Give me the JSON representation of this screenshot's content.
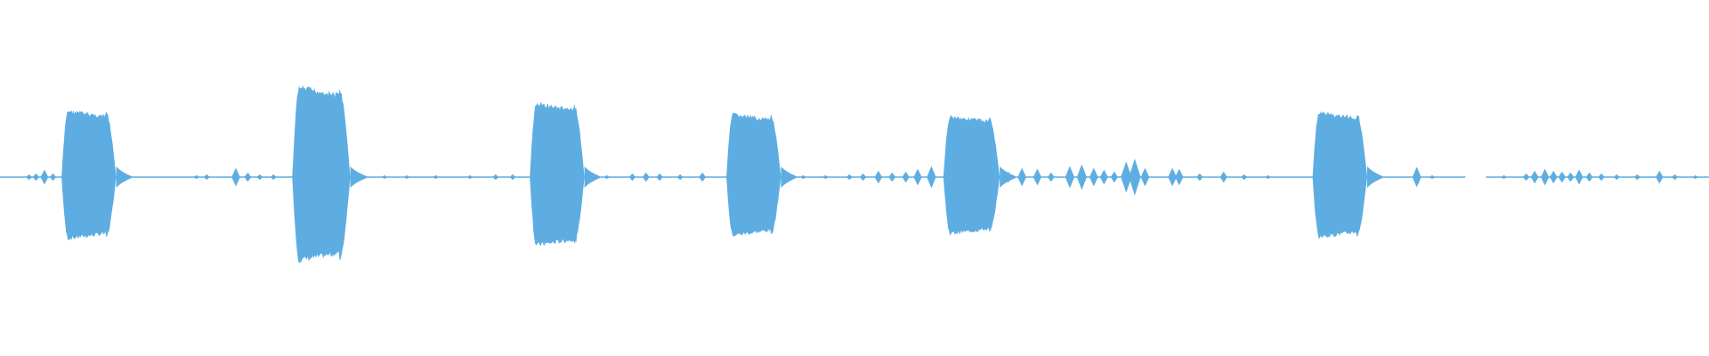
{
  "waveform": {
    "color": "#5dade2",
    "background": "#ffffff",
    "center_line": true,
    "gap_range_s": [
      0.8575,
      0.8695
    ],
    "bursts": [
      {
        "start": 0.036,
        "end": 0.068,
        "amp": 0.74,
        "shape": "hump"
      },
      {
        "start": 0.171,
        "end": 0.205,
        "amp": 1.0,
        "shape": "hump"
      },
      {
        "start": 0.31,
        "end": 0.342,
        "amp": 0.82,
        "shape": "hump"
      },
      {
        "start": 0.425,
        "end": 0.457,
        "amp": 0.7,
        "shape": "hump"
      },
      {
        "start": 0.552,
        "end": 0.585,
        "amp": 0.68,
        "shape": "hump"
      },
      {
        "start": 0.768,
        "end": 0.8,
        "amp": 0.72,
        "shape": "hump"
      }
    ],
    "blips": [
      {
        "t": 0.017,
        "amp": 0.03
      },
      {
        "t": 0.021,
        "amp": 0.04
      },
      {
        "t": 0.026,
        "amp": 0.08
      },
      {
        "t": 0.031,
        "amp": 0.04
      },
      {
        "t": 0.115,
        "amp": 0.02
      },
      {
        "t": 0.121,
        "amp": 0.03
      },
      {
        "t": 0.138,
        "amp": 0.1
      },
      {
        "t": 0.145,
        "amp": 0.05
      },
      {
        "t": 0.152,
        "amp": 0.03
      },
      {
        "t": 0.16,
        "amp": 0.03
      },
      {
        "t": 0.225,
        "amp": 0.02
      },
      {
        "t": 0.238,
        "amp": 0.02
      },
      {
        "t": 0.255,
        "amp": 0.02
      },
      {
        "t": 0.275,
        "amp": 0.02
      },
      {
        "t": 0.29,
        "amp": 0.03
      },
      {
        "t": 0.3,
        "amp": 0.03
      },
      {
        "t": 0.355,
        "amp": 0.02
      },
      {
        "t": 0.37,
        "amp": 0.04
      },
      {
        "t": 0.378,
        "amp": 0.05
      },
      {
        "t": 0.386,
        "amp": 0.04
      },
      {
        "t": 0.398,
        "amp": 0.03
      },
      {
        "t": 0.411,
        "amp": 0.05
      },
      {
        "t": 0.47,
        "amp": 0.02
      },
      {
        "t": 0.483,
        "amp": 0.02
      },
      {
        "t": 0.497,
        "amp": 0.03
      },
      {
        "t": 0.505,
        "amp": 0.04
      },
      {
        "t": 0.514,
        "amp": 0.07
      },
      {
        "t": 0.522,
        "amp": 0.05
      },
      {
        "t": 0.53,
        "amp": 0.06
      },
      {
        "t": 0.537,
        "amp": 0.09
      },
      {
        "t": 0.545,
        "amp": 0.12
      },
      {
        "t": 0.59,
        "amp": 0.06
      },
      {
        "t": 0.598,
        "amp": 0.1
      },
      {
        "t": 0.607,
        "amp": 0.09
      },
      {
        "t": 0.615,
        "amp": 0.05
      },
      {
        "t": 0.626,
        "amp": 0.12
      },
      {
        "t": 0.633,
        "amp": 0.14
      },
      {
        "t": 0.64,
        "amp": 0.1
      },
      {
        "t": 0.646,
        "amp": 0.08
      },
      {
        "t": 0.652,
        "amp": 0.06
      },
      {
        "t": 0.659,
        "amp": 0.17
      },
      {
        "t": 0.664,
        "amp": 0.2
      },
      {
        "t": 0.67,
        "amp": 0.1
      },
      {
        "t": 0.686,
        "amp": 0.1
      },
      {
        "t": 0.69,
        "amp": 0.09
      },
      {
        "t": 0.702,
        "amp": 0.04
      },
      {
        "t": 0.716,
        "amp": 0.06
      },
      {
        "t": 0.728,
        "amp": 0.03
      },
      {
        "t": 0.742,
        "amp": 0.02
      },
      {
        "t": 0.829,
        "amp": 0.11
      },
      {
        "t": 0.838,
        "amp": 0.02
      },
      {
        "t": 0.88,
        "amp": 0.02
      },
      {
        "t": 0.893,
        "amp": 0.04
      },
      {
        "t": 0.898,
        "amp": 0.07
      },
      {
        "t": 0.904,
        "amp": 0.09
      },
      {
        "t": 0.909,
        "amp": 0.07
      },
      {
        "t": 0.914,
        "amp": 0.06
      },
      {
        "t": 0.919,
        "amp": 0.05
      },
      {
        "t": 0.924,
        "amp": 0.08
      },
      {
        "t": 0.93,
        "amp": 0.05
      },
      {
        "t": 0.937,
        "amp": 0.04
      },
      {
        "t": 0.946,
        "amp": 0.03
      },
      {
        "t": 0.958,
        "amp": 0.03
      },
      {
        "t": 0.971,
        "amp": 0.07
      },
      {
        "t": 0.98,
        "amp": 0.03
      },
      {
        "t": 0.992,
        "amp": 0.02
      }
    ]
  }
}
